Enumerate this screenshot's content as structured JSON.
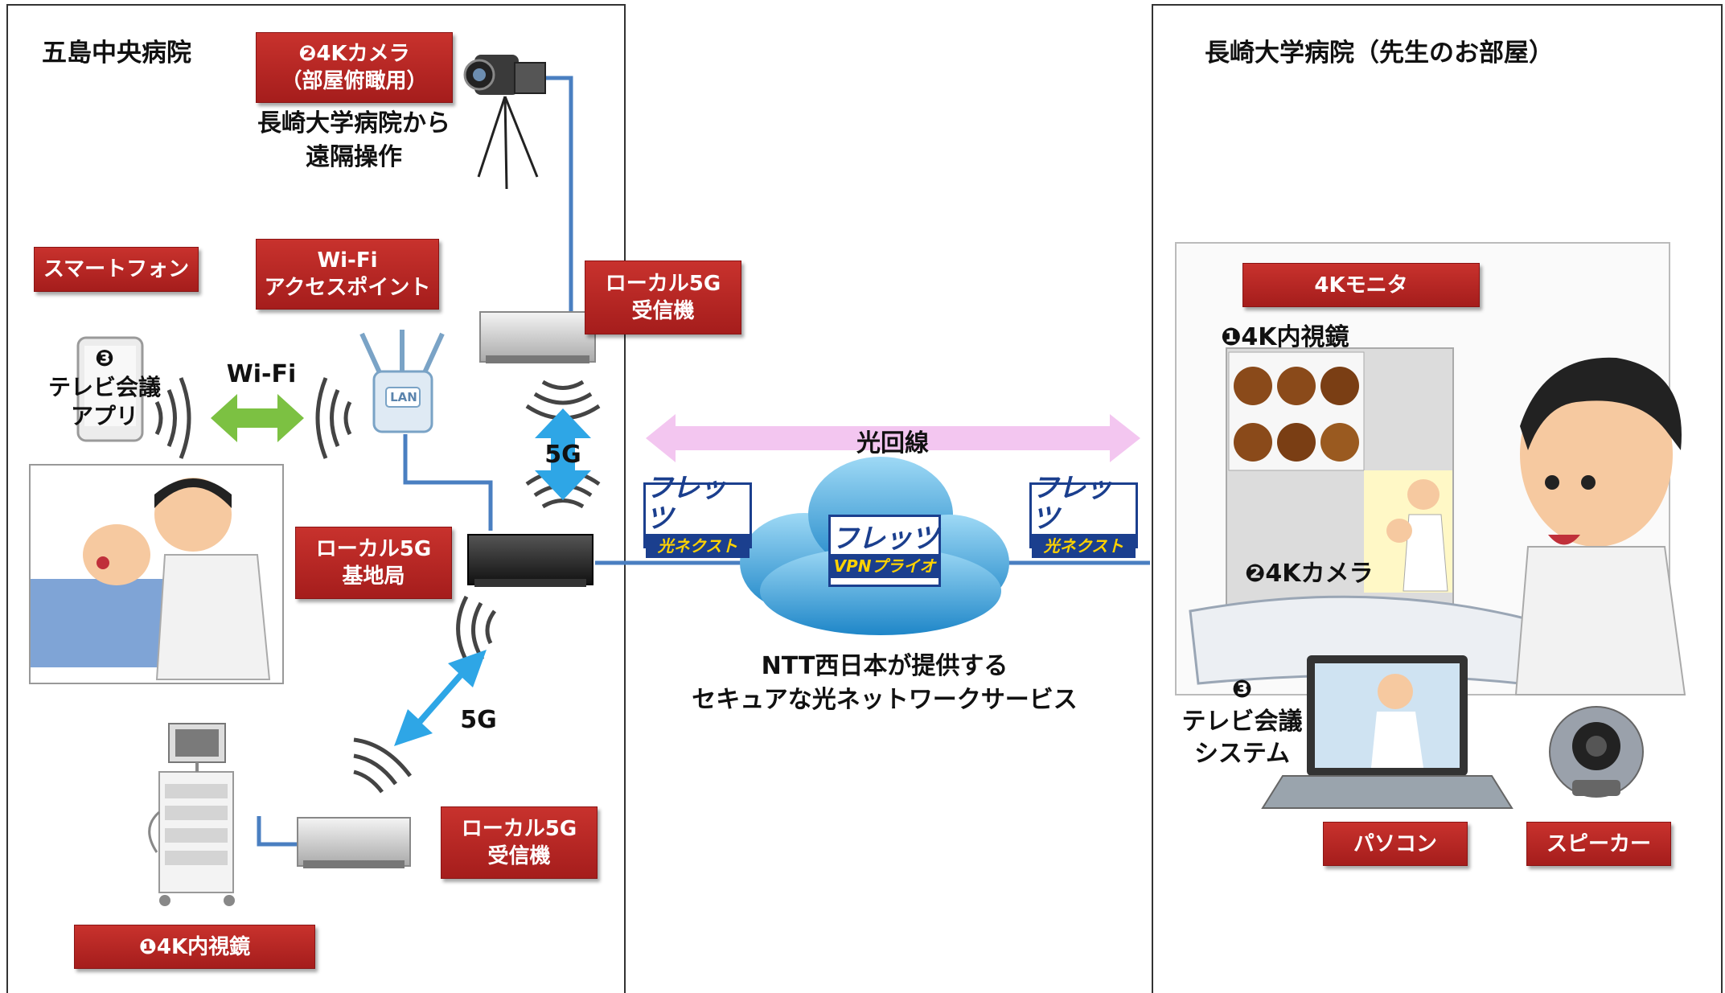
{
  "left_site": {
    "title": "五島中央病院",
    "camera_box": {
      "line1": "❷4Kカメラ",
      "line2": "（部屋俯瞰用）"
    },
    "camera_caption": {
      "line1": "長崎大学病院から",
      "line2": "遠隔操作"
    },
    "smartphone_box": "スマートフォン",
    "wifi_ap_box": {
      "line1": "Wi-Fi",
      "line2": "アクセスポイント"
    },
    "receiver_top_box": {
      "line1": "ローカル5G",
      "line2": "受信機"
    },
    "tv_app": {
      "line1": "❸",
      "line2": "テレビ会議",
      "line3": "アプリ"
    },
    "wifi_label": "Wi-Fi",
    "lan_label": "LAN",
    "base_station_box": {
      "line1": "ローカル5G",
      "line2": "基地局"
    },
    "g5_upper": "5G",
    "g5_lower": "5G",
    "receiver_bottom_box": {
      "line1": "ローカル5G",
      "line2": "受信機"
    },
    "endoscope_box": "❶4K内視鏡"
  },
  "network": {
    "fiber_label": "光回線",
    "flets_logo": "フレッツ",
    "flets_hikari": "光ネクスト",
    "flets_vpn": "VPNプライオ",
    "caption": {
      "line1": "NTT西日本が提供する",
      "line2": "セキュアな光ネットワークサービス"
    }
  },
  "right_site": {
    "title": "長崎大学病院（先生のお部屋）",
    "monitor_box": "4Kモニタ",
    "screen_endoscope": "❶4K内視鏡",
    "screen_camera": "❷4Kカメラ",
    "tv_system": {
      "line1": "❸",
      "line2": "テレビ会議",
      "line3": "システム"
    },
    "pc_box": "パソコン",
    "speaker_box": "スピーカー"
  },
  "colors": {
    "label_red": "#b52422",
    "cable_blue": "#4a7fc1",
    "arrow_5g": "#2ea6e6",
    "arrow_wifi": "#7cc142",
    "arrow_fiber": "#f3c6f0",
    "flets_navy": "#1b3f8e"
  }
}
